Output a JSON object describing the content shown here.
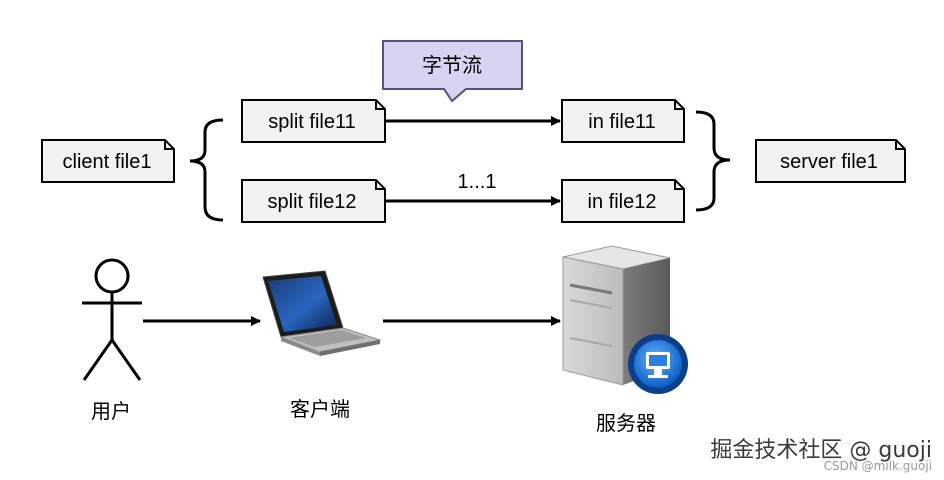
{
  "callout": {
    "text": "字节流"
  },
  "client_file": "client file1",
  "split_files": [
    "split file11",
    "split file12"
  ],
  "in_files": [
    "in file11",
    "in file12"
  ],
  "server_file": "server file1",
  "arrow_label": "1...1",
  "actors": {
    "user": "用户",
    "client": "客户端",
    "server": "服务器"
  },
  "watermark": {
    "main": "掘金技术社区 @ guoji",
    "sub": "CSDN @milk.guoji"
  },
  "colors": {
    "note_fill": "#f2f2f2",
    "note_stroke": "#000000",
    "callout_fill": "#d9d3f2",
    "callout_stroke": "#56517e"
  }
}
